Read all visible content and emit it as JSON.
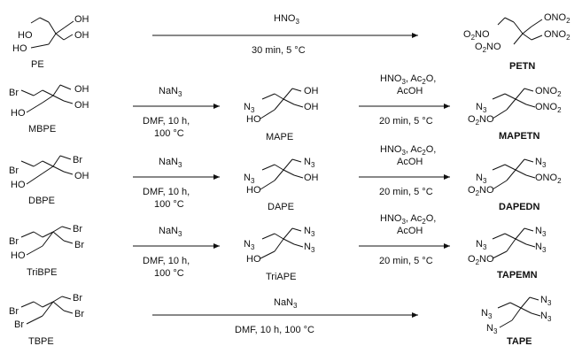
{
  "compounds": {
    "PE": "PE",
    "PETN": "PETN",
    "MBPE": "MBPE",
    "MAPE": "MAPE",
    "MAPETN": "MAPETN",
    "DBPE": "DBPE",
    "DAPE": "DAPE",
    "DAPEDN": "DAPEDN",
    "TriBPE": "TriBPE",
    "TriAPE": "TriAPE",
    "TAPEMN": "TAPEMN",
    "TBPE": "TBPE",
    "TAPE": "TAPE"
  },
  "conditions": {
    "nitration_top": "HNO3",
    "nitration_bottom": "30 min, 5 °C",
    "azide_top": "NaN3",
    "azide_bottom_1": "DMF, 10 h,",
    "azide_bottom_2": "100 °C",
    "acnit_top_1": "HNO3, Ac2O,",
    "acnit_top_2": "AcOH",
    "acnit_bottom": "20 min, 5 °C",
    "tbpe_bottom": "DMF, 10 h, 100 °C"
  },
  "groups": {
    "OH": "OH",
    "HO": "HO",
    "Br": "Br",
    "ONO2": "ONO2",
    "O2NO": "O2NO",
    "N3": "N3"
  }
}
